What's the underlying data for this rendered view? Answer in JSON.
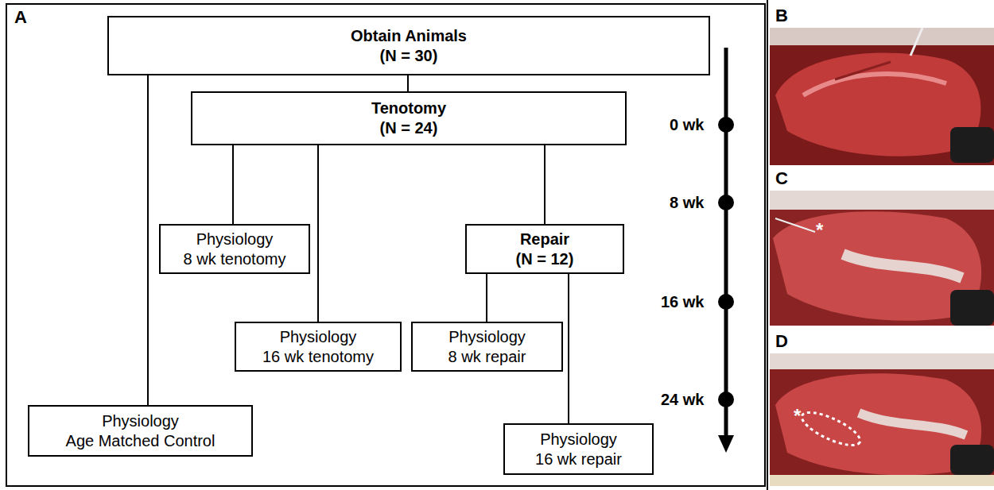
{
  "diagram": {
    "nodes": [
      {
        "text": [
          "Obtain Animals",
          "(N = 30)"
        ]
      },
      {
        "text": [
          "Tenotomy",
          "(N = 24)"
        ]
      },
      {
        "text": [
          "Physiology",
          "8 wk tenotomy"
        ]
      },
      {
        "text": [
          "Physiology",
          "16 wk tenotomy"
        ]
      },
      {
        "text": [
          "Repair",
          "(N = 12)"
        ]
      },
      {
        "text": [
          "Physiology",
          "8 wk repair"
        ]
      },
      {
        "text": [
          "Physiology",
          "Age Matched Control"
        ]
      },
      {
        "text": [
          "Physiology",
          "16 wk repair"
        ]
      }
    ],
    "edges": [
      {
        "from": 0,
        "to": 6,
        "arrow": "none"
      },
      {
        "from": 0,
        "to": 1,
        "arrow": "none"
      },
      {
        "from": 1,
        "to": 2,
        "arrow": "none"
      },
      {
        "from": 1,
        "to": 3,
        "arrow": "none"
      },
      {
        "from": 1,
        "to": 4,
        "arrow": "none"
      },
      {
        "from": 4,
        "to": 5,
        "arrow": "none"
      },
      {
        "from": 4,
        "to": 7,
        "arrow": "none"
      }
    ],
    "labels": [
      "A",
      "B",
      "C",
      "D",
      "0 wk",
      "8 wk",
      "16 wk",
      "24 wk",
      "*",
      "*"
    ]
  }
}
